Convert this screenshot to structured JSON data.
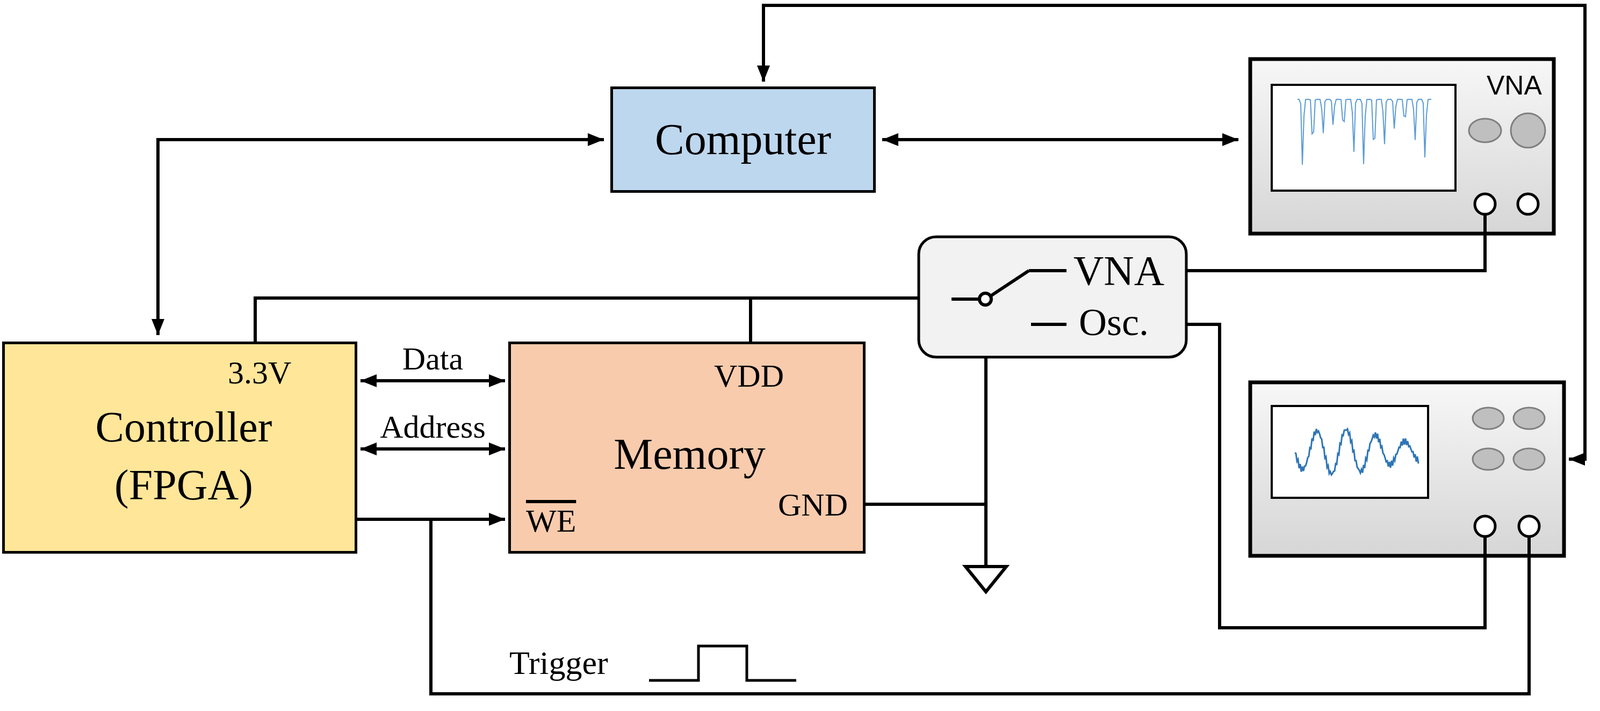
{
  "diagram": {
    "nodes": [
      {
        "text": [
          "Computer"
        ]
      },
      {
        "text": [
          "VNA"
        ]
      },
      {
        "text": [
          "VNA",
          "Osc."
        ]
      },
      {
        "text": [
          "3.3V",
          "Controller (FPGA)"
        ]
      },
      {
        "text": [
          "VDD",
          "Memory",
          "GND",
          "WE"
        ]
      }
    ],
    "edges": [
      {
        "from": 3,
        "to": 0,
        "arrow": "both"
      },
      {
        "from": 0,
        "to": 1,
        "arrow": "both"
      },
      {
        "from": 3,
        "to": 4,
        "label": "Data",
        "arrow": "both"
      },
      {
        "from": 3,
        "to": 4,
        "label": "Address",
        "arrow": "both"
      },
      {
        "from": 3,
        "to": 4,
        "arrow": "to"
      },
      {
        "from": 3,
        "to": 2,
        "arrow": "none"
      },
      {
        "from": 4,
        "to": 2,
        "arrow": "none"
      },
      {
        "from": 4,
        "to": 2,
        "arrow": "none"
      },
      {
        "from": 2,
        "to": 1,
        "arrow": "none"
      }
    ],
    "labels": [
      "Trigger"
    ]
  }
}
